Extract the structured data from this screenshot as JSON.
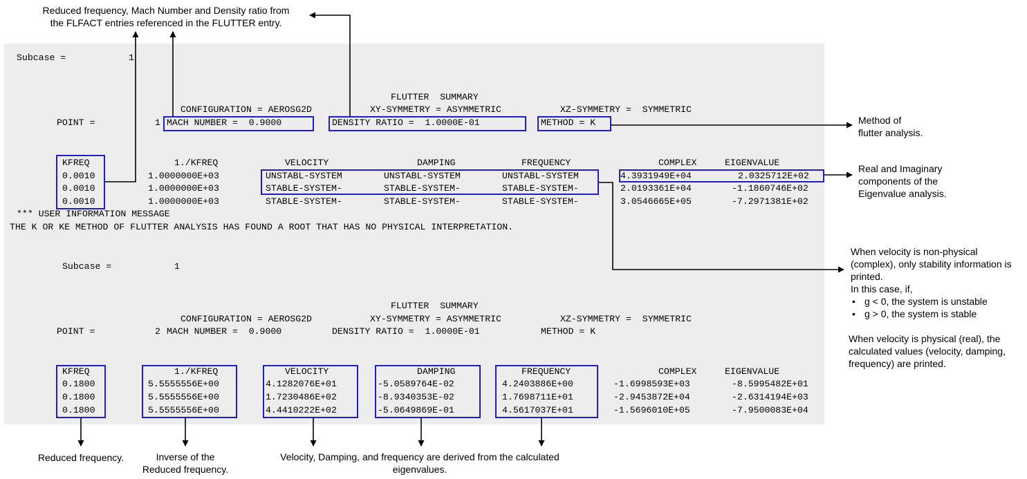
{
  "colors": {
    "highlight_box": "#1d1dc9",
    "panel_bg": "#ededed",
    "connector": "#000000"
  },
  "output": {
    "top": {
      "subcase_label": "Subcase =",
      "subcase_value": "1",
      "title": "FLUTTER  SUMMARY",
      "configuration": "CONFIGURATION = AEROSG2D",
      "xy_symmetry": "XY-SYMMETRY = ASYMMETRIC",
      "xz_symmetry": "XZ-SYMMETRY =  SYMMETRIC",
      "point_label": "POINT =",
      "point_value": "1",
      "mach": "MACH NUMBER =  0.9000",
      "density": "DENSITY RATIO =  1.0000E-01",
      "method": "METHOD = K",
      "headers": {
        "kfreq": "KFREQ",
        "inv_kfreq": "1./KFREQ",
        "velocity": "VELOCITY",
        "damping": "DAMPING",
        "frequency": "FREQUENCY",
        "complex": "COMPLEX",
        "eigenvalue": "EIGENVALUE"
      },
      "rows": [
        {
          "kfreq": "0.0010",
          "inv_kfreq": "1.0000000E+03",
          "velocity": "UNSTABL-SYSTEM",
          "damping": "UNSTABL-SYSTEM",
          "frequency": "UNSTABL-SYSTEM",
          "complex": "4.3931949E+04",
          "eigenvalue": "2.0325712E+02"
        },
        {
          "kfreq": "0.0010",
          "inv_kfreq": "1.0000000E+03",
          "velocity": "STABLE-SYSTEM-",
          "damping": "STABLE-SYSTEM-",
          "frequency": "STABLE-SYSTEM-",
          "complex": "2.0193361E+04",
          "eigenvalue": "-1.1860746E+02"
        },
        {
          "kfreq": "0.0010",
          "inv_kfreq": "1.0000000E+03",
          "velocity": "STABLE-SYSTEM-",
          "damping": "STABLE-SYSTEM-",
          "frequency": "STABLE-SYSTEM-",
          "complex": "3.0546665E+05",
          "eigenvalue": "-7.2971381E+02"
        }
      ],
      "info_message": "*** USER INFORMATION MESSAGE",
      "info_text": "THE K OR KE METHOD OF FLUTTER ANALYSIS HAS FOUND A ROOT THAT HAS NO PHYSICAL INTERPRETATION."
    },
    "bottom": {
      "subcase_label": "Subcase =",
      "subcase_value": "1",
      "title": "FLUTTER  SUMMARY",
      "configuration": "CONFIGURATION = AEROSG2D",
      "xy_symmetry": "XY-SYMMETRY = ASYMMETRIC",
      "xz_symmetry": "XZ-SYMMETRY =  SYMMETRIC",
      "point_label": "POINT =",
      "point_value": "2",
      "mach": "MACH NUMBER =  0.9000",
      "density": "DENSITY RATIO =  1.0000E-01",
      "method": "METHOD = K",
      "headers": {
        "kfreq": "KFREQ",
        "inv_kfreq": "1./KFREQ",
        "velocity": "VELOCITY",
        "damping": "DAMPING",
        "frequency": "FREQUENCY",
        "complex": "COMPLEX",
        "eigenvalue": "EIGENVALUE"
      },
      "rows": [
        {
          "kfreq": "0.1800",
          "inv_kfreq": "5.5555556E+00",
          "velocity": "4.1282076E+01",
          "damping": "-5.0589764E-02",
          "frequency": "4.2403886E+00",
          "complex": "-1.6998593E+03",
          "eigenvalue": "-8.5995482E+01"
        },
        {
          "kfreq": "0.1800",
          "inv_kfreq": "5.5555556E+00",
          "velocity": "1.7230486E+02",
          "damping": "-8.9340353E-02",
          "frequency": "1.7698711E+01",
          "complex": "-2.9453872E+04",
          "eigenvalue": "-2.6314194E+03"
        },
        {
          "kfreq": "0.1800",
          "inv_kfreq": "5.5555556E+00",
          "velocity": "4.4410222E+02",
          "damping": "-5.0649869E-01",
          "frequency": "4.5617037E+01",
          "complex": "-1.5696010E+05",
          "eigenvalue": "-7.9500083E+04"
        }
      ]
    }
  },
  "annotations": {
    "flfact_line1": "Reduced frequency, Mach Number and Density ratio from",
    "flfact_line2": "the FLFACT entries referenced in the FLUTTER entry.",
    "method_line1": "Method of",
    "method_line2": "flutter analysis.",
    "eigen_line1": "Real and Imaginary",
    "eigen_line2": "components of the",
    "eigen_line3": "Eigenvalue analysis.",
    "nonphys_line1": "When velocity is non-physical",
    "nonphys_line2": "(complex), only stability information is",
    "nonphys_line3": "printed.",
    "nonphys_line4": "In this case, if,",
    "bullet_unstable": "g < 0, the system is unstable",
    "bullet_stable": "g > 0, the system is stable",
    "phys_line1": "When velocity is physical (real), the",
    "phys_line2": "calculated values (velocity, damping,",
    "phys_line3": "frequency) are printed.",
    "reduced_freq": "Reduced frequency.",
    "inverse_line1": "Inverse of the",
    "inverse_line2": "Reduced frequency.",
    "derived_line1": "Velocity, Damping, and frequency are derived from the calculated",
    "derived_line2": "eigenvalues."
  }
}
